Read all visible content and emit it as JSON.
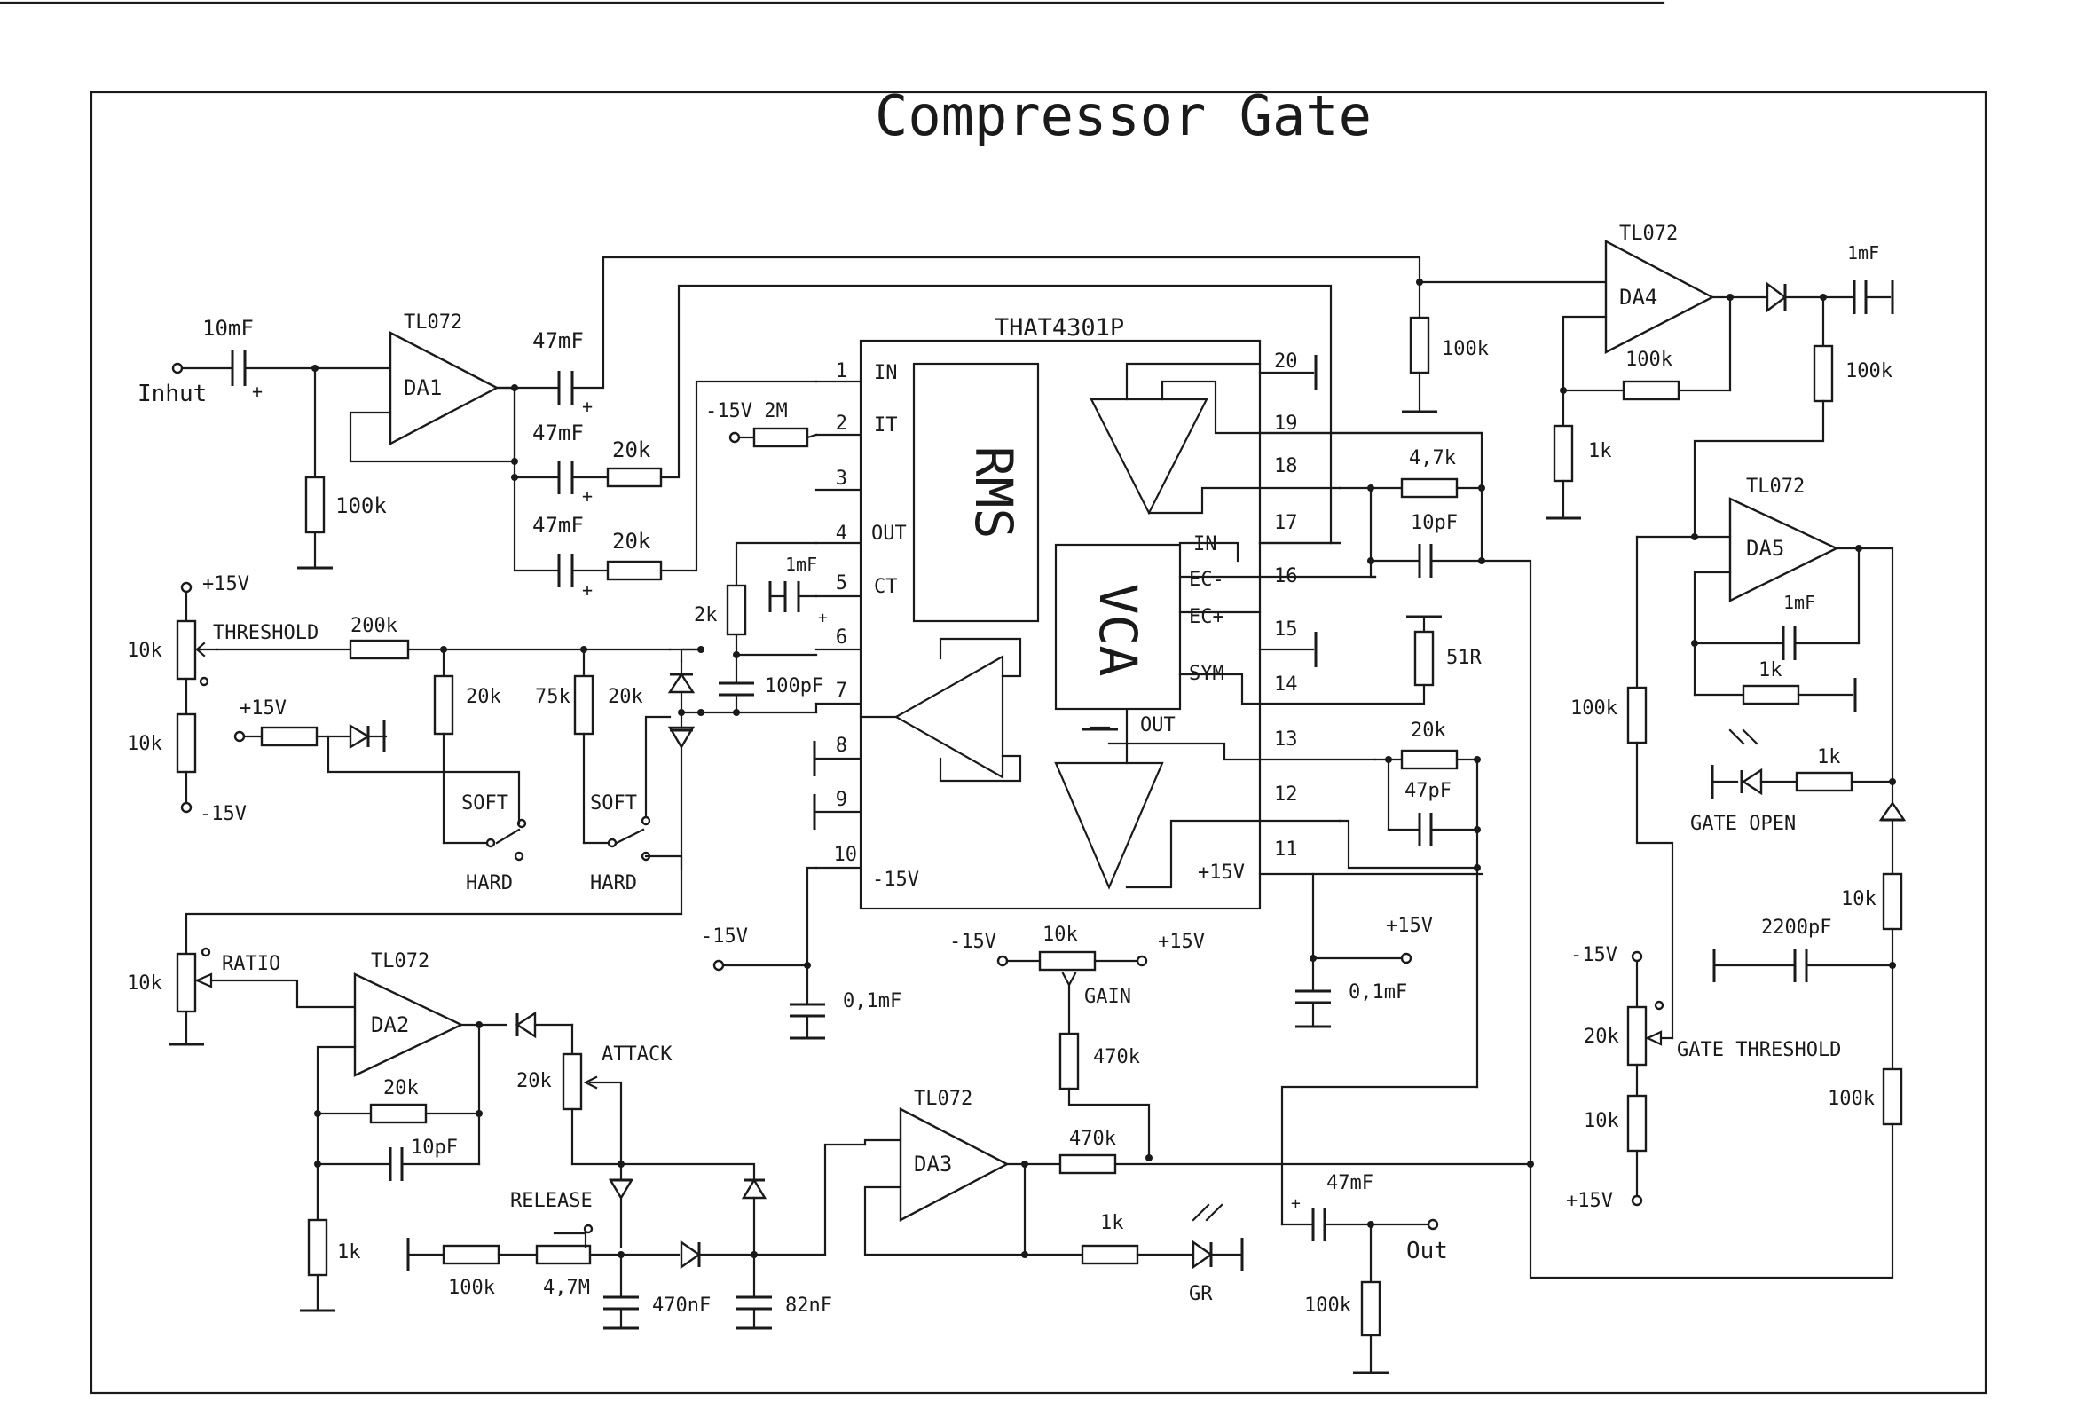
{
  "title": "Compressor Gate",
  "chip": {
    "name": "THAT4301P",
    "rms": "RMS",
    "vca": "VCA",
    "out": "OUT",
    "pins_left": [
      {
        "n": "1",
        "name": "IN"
      },
      {
        "n": "2",
        "name": "IT"
      },
      {
        "n": "3",
        "name": ""
      },
      {
        "n": "4",
        "name": "OUT"
      },
      {
        "n": "5",
        "name": "CT"
      },
      {
        "n": "6",
        "name": ""
      },
      {
        "n": "7",
        "name": ""
      },
      {
        "n": "8",
        "name": ""
      },
      {
        "n": "9",
        "name": ""
      },
      {
        "n": "10",
        "name": "-15V"
      }
    ],
    "pins_right": [
      {
        "n": "20",
        "name": ""
      },
      {
        "n": "19",
        "name": ""
      },
      {
        "n": "18",
        "name": ""
      },
      {
        "n": "17",
        "name": "IN"
      },
      {
        "n": "16",
        "name": "EC-"
      },
      {
        "n": "15",
        "name": "EC+"
      },
      {
        "n": "14",
        "name": "SYM"
      },
      {
        "n": "13",
        "name": ""
      },
      {
        "n": "12",
        "name": ""
      },
      {
        "n": "11",
        "name": "+15V"
      }
    ]
  },
  "opamps": {
    "da1": "DA1",
    "da2": "DA2",
    "da3": "DA3",
    "da4": "DA4",
    "da5": "DA5",
    "type": "TL072"
  },
  "labels": {
    "inhut": "Inhut",
    "out": "Out",
    "c_in": "10mF",
    "plus": "+",
    "r_in": "100k",
    "c47a": "47mF",
    "c47b": "47mF",
    "c47c": "47mF",
    "r20a": "20k",
    "r20b": "20k",
    "m15_2m": "-15V 2M",
    "c_ct": "1mF",
    "r2k": "2k",
    "c100p": "100pF",
    "p15": "+15V",
    "m15": "-15V",
    "threshold": "THRESHOLD",
    "r200k": "200k",
    "pot10a": "10k",
    "pot10b": "10k",
    "r20c": "20k",
    "r75k": "75k",
    "r20d": "20k",
    "soft1": "SOFT",
    "hard1": "HARD",
    "soft2": "SOFT",
    "hard2": "HARD",
    "p15b": "+15V",
    "ratio": "RATIO",
    "pot_ratio": "10k",
    "r20e": "20k",
    "c10pf": "10pF",
    "r1k_da2": "1k",
    "attack": "ATTACK",
    "pot_attack": "20k",
    "release": "RELEASE",
    "r100k_rel": "100k",
    "pot_rel": "4,7M",
    "c470n": "470nF",
    "c82n": "82nF",
    "m15c": "-15V",
    "c01a": "0,1mF",
    "m15d": "-15V",
    "gain_pot": "10k",
    "p15c": "+15V",
    "gain": "GAIN",
    "r470a": "470k",
    "r470b": "470k",
    "r1k_gr": "1k",
    "gr": "GR",
    "r47k": "4,7k",
    "c10pf_r": "10pF",
    "r51": "51R",
    "r20f": "20k",
    "c47pf": "47pF",
    "p15d": "+15V",
    "c01b": "0,1mF",
    "c47out": "47mF",
    "r100k_out": "100k",
    "r100k_fb": "100k",
    "c1mf_da4": "1mF",
    "r100k_da4": "100k",
    "r1k_da4": "1k",
    "r100k_d4b": "100k",
    "c1mf_da5": "1mF",
    "r1k_da5": "1k",
    "r100k_da5": "100k",
    "gate_open": "GATE OPEN",
    "r1k_led": "1k",
    "r10k_g": "10k",
    "c2200": "2200pF",
    "m15e": "-15V",
    "pot_gate": "20k",
    "gate_threshold": "GATE THRESHOLD",
    "r10k_g2": "10k",
    "p15e": "+15V",
    "r100k_g2": "100k"
  }
}
